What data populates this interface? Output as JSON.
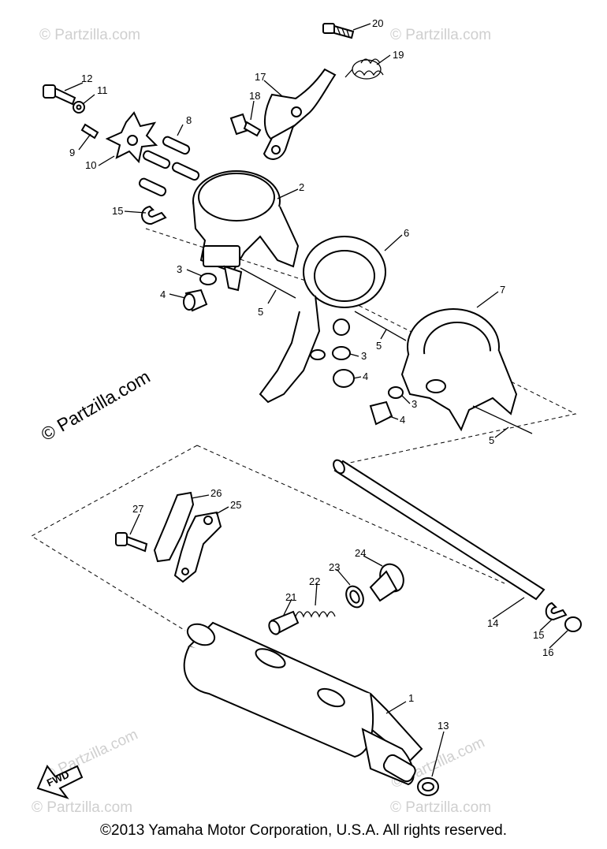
{
  "watermarks": {
    "main": "© Partzilla.com",
    "small": "© Partzilla.com"
  },
  "fwd_label": "FWD",
  "callouts": {
    "c1": "1",
    "c2": "2",
    "c3a": "3",
    "c3b": "3",
    "c3c": "3",
    "c4a": "4",
    "c4b": "4",
    "c4c": "4",
    "c5a": "5",
    "c5b": "5",
    "c5c": "5",
    "c6": "6",
    "c7": "7",
    "c8": "8",
    "c9": "9",
    "c10": "10",
    "c11": "11",
    "c12": "12",
    "c13": "13",
    "c14": "14",
    "c15a": "15",
    "c15b": "15",
    "c16": "16",
    "c17": "17",
    "c18": "18",
    "c19": "19",
    "c20": "20",
    "c21": "21",
    "c22": "22",
    "c23": "23",
    "c24": "24",
    "c25": "25",
    "c26": "26",
    "c27": "27"
  },
  "copyright": "©2013  Yamaha Motor Corporation, U.S.A. All rights reserved."
}
